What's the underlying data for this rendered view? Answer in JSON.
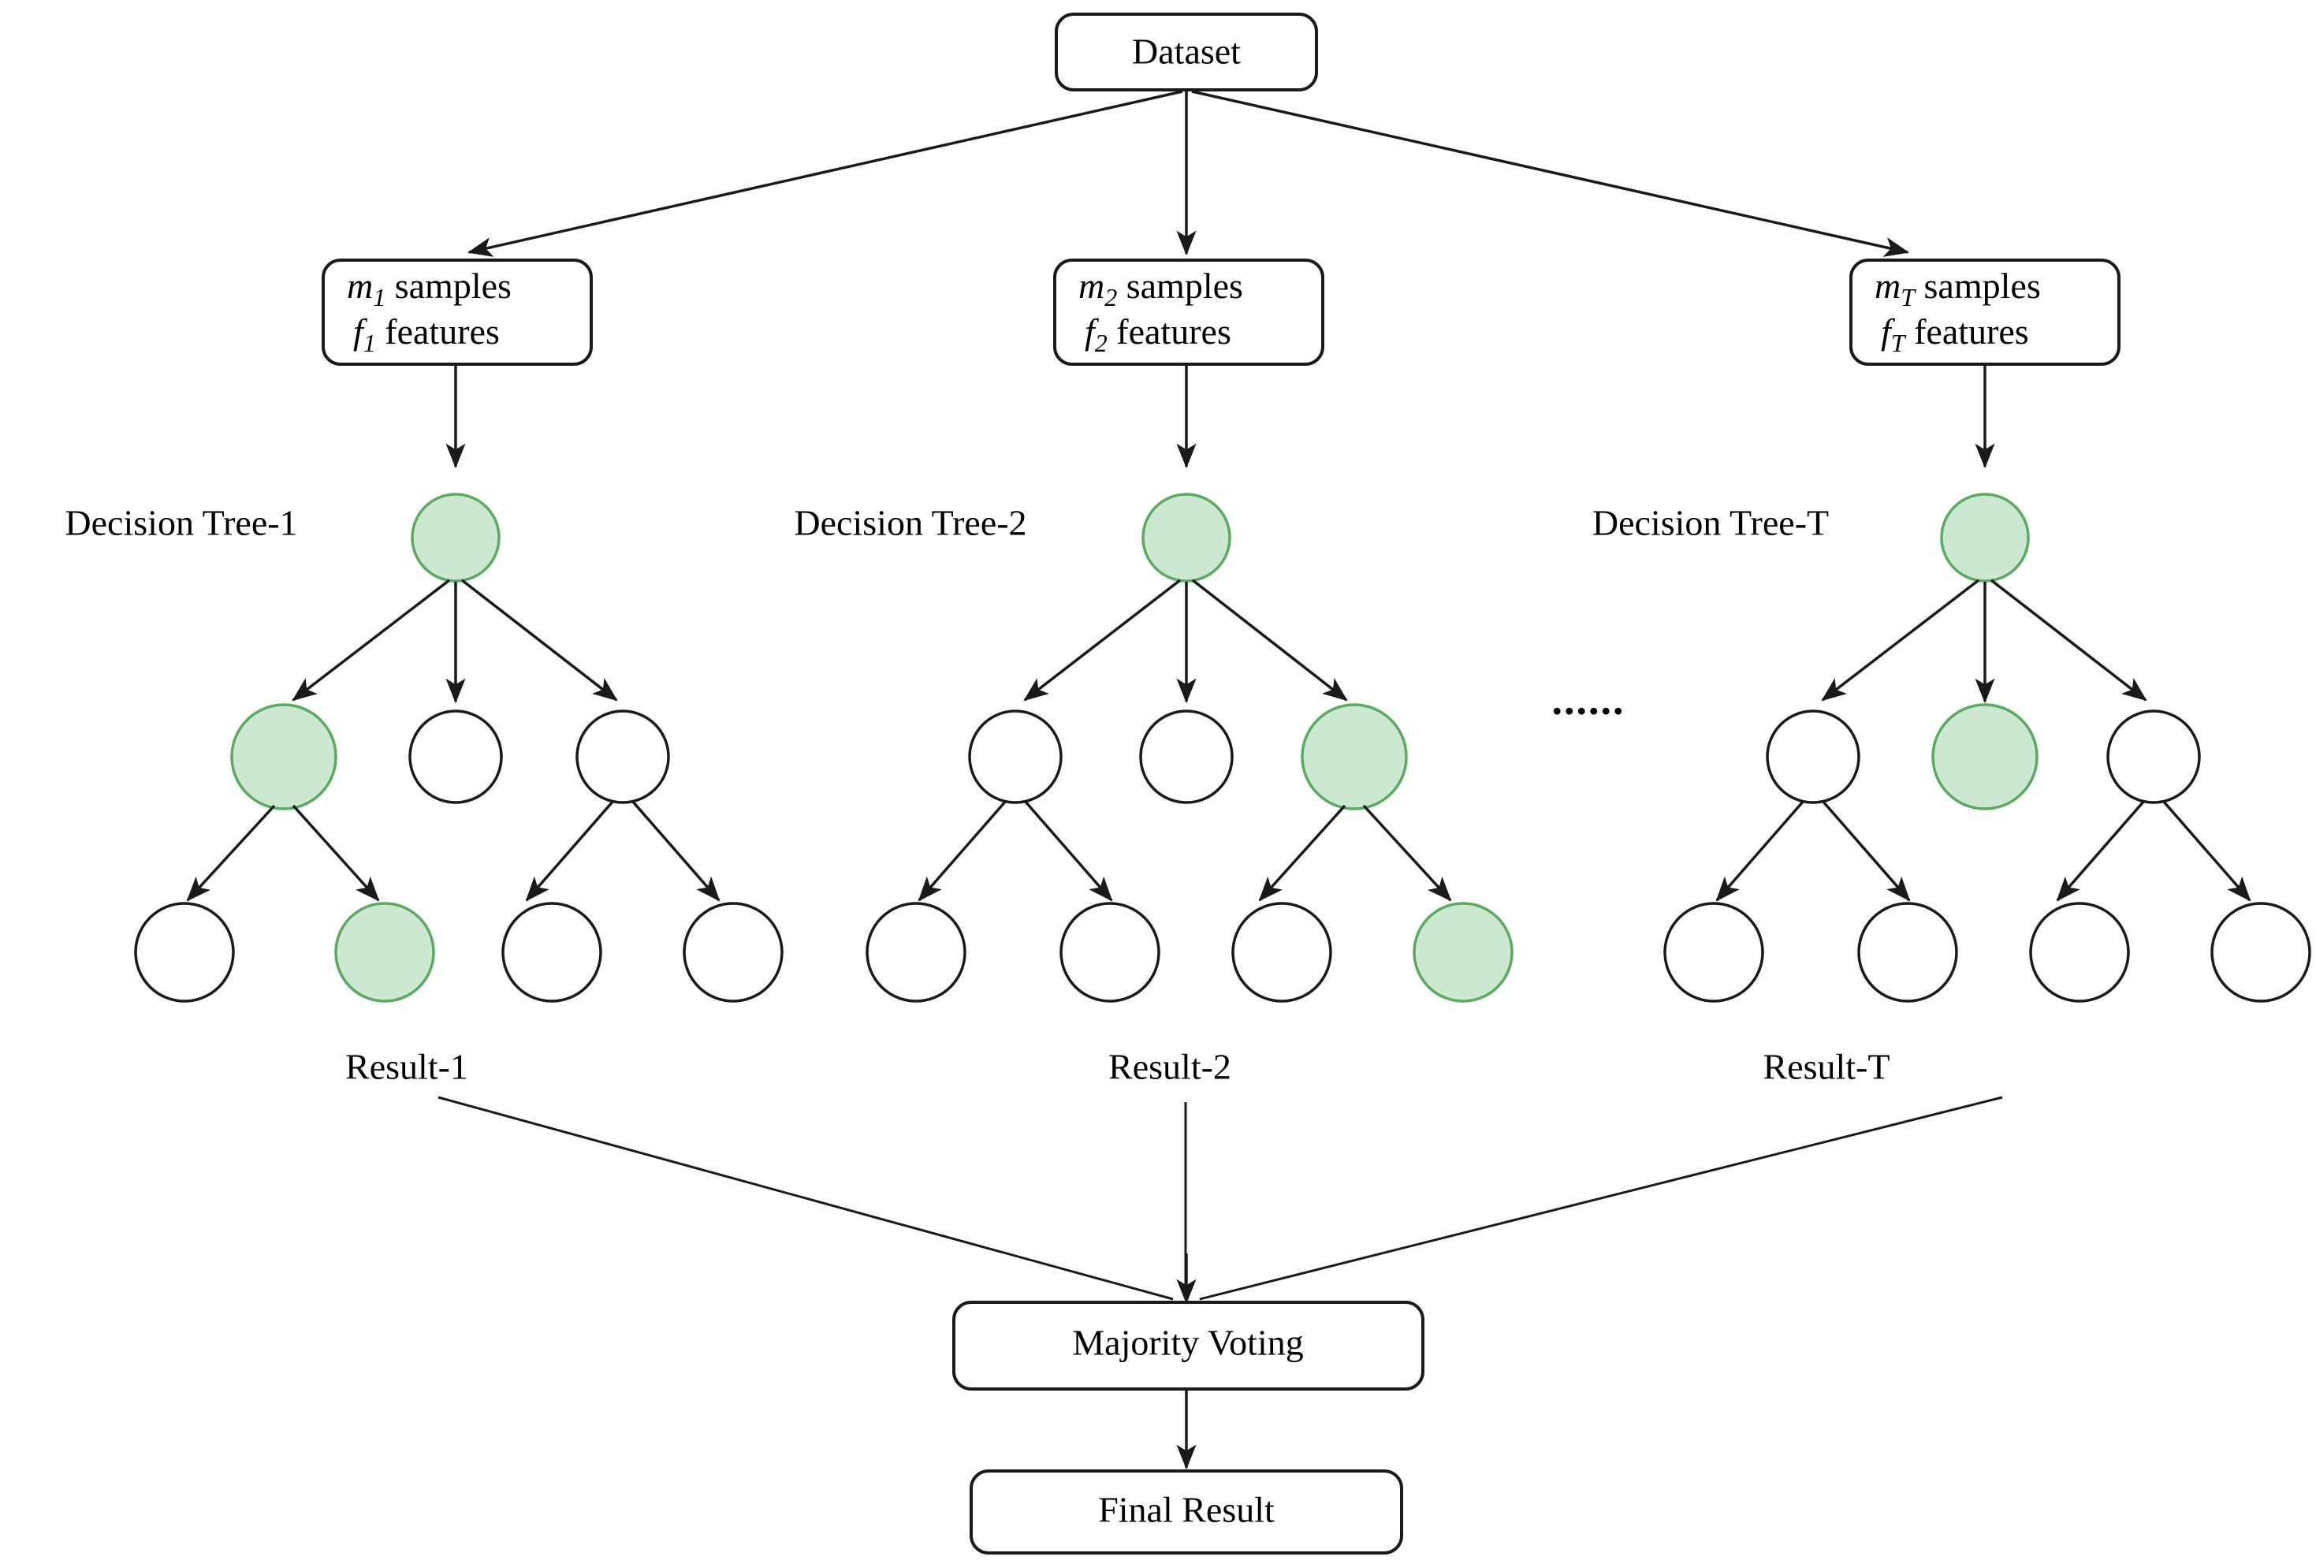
{
  "diagram": {
    "title_nodes": {
      "dataset": "Dataset",
      "majority_voting": "Majority Voting",
      "final_result": "Final Result"
    },
    "ellipsis": "......",
    "colors": {
      "node_fill_selected": "#cde8d0",
      "node_stroke_selected": "#5aab5f",
      "node_fill_plain": "#ffffff",
      "node_stroke_plain": "#1a1a1a",
      "edge": "#1a1a1a",
      "box_fill": "#ffffff",
      "box_stroke": "#1a1a1a",
      "text": "#000000",
      "background": "#ffffff"
    },
    "branches": [
      {
        "id": "branch-1",
        "samples_var": "m",
        "samples_sub": "1",
        "samples_text": "samples",
        "features_var": "f",
        "features_sub": "1",
        "features_text": "features",
        "tree_label": "Decision Tree-1",
        "result_label": "Result-1",
        "root_selected": true,
        "level2_selected_index": 0,
        "leaf_selected_index": 1,
        "leaf_parents": [
          0,
          2
        ]
      },
      {
        "id": "branch-2",
        "samples_var": "m",
        "samples_sub": "2",
        "samples_text": "samples",
        "features_var": "f",
        "features_sub": "2",
        "features_text": "features",
        "tree_label": "Decision Tree-2",
        "result_label": "Result-2",
        "root_selected": true,
        "level2_selected_index": 2,
        "leaf_selected_index": 3,
        "leaf_parents": [
          0,
          2
        ]
      },
      {
        "id": "branch-T",
        "samples_var": "m",
        "samples_sub": "T",
        "samples_text": "samples",
        "features_var": "f",
        "features_sub": "T",
        "features_text": "features",
        "tree_label": "Decision Tree-T",
        "result_label": "Result-T",
        "root_selected": true,
        "level2_selected_index": 1,
        "leaf_selected_index": -1,
        "leaf_parents": [
          0,
          2
        ]
      }
    ]
  }
}
